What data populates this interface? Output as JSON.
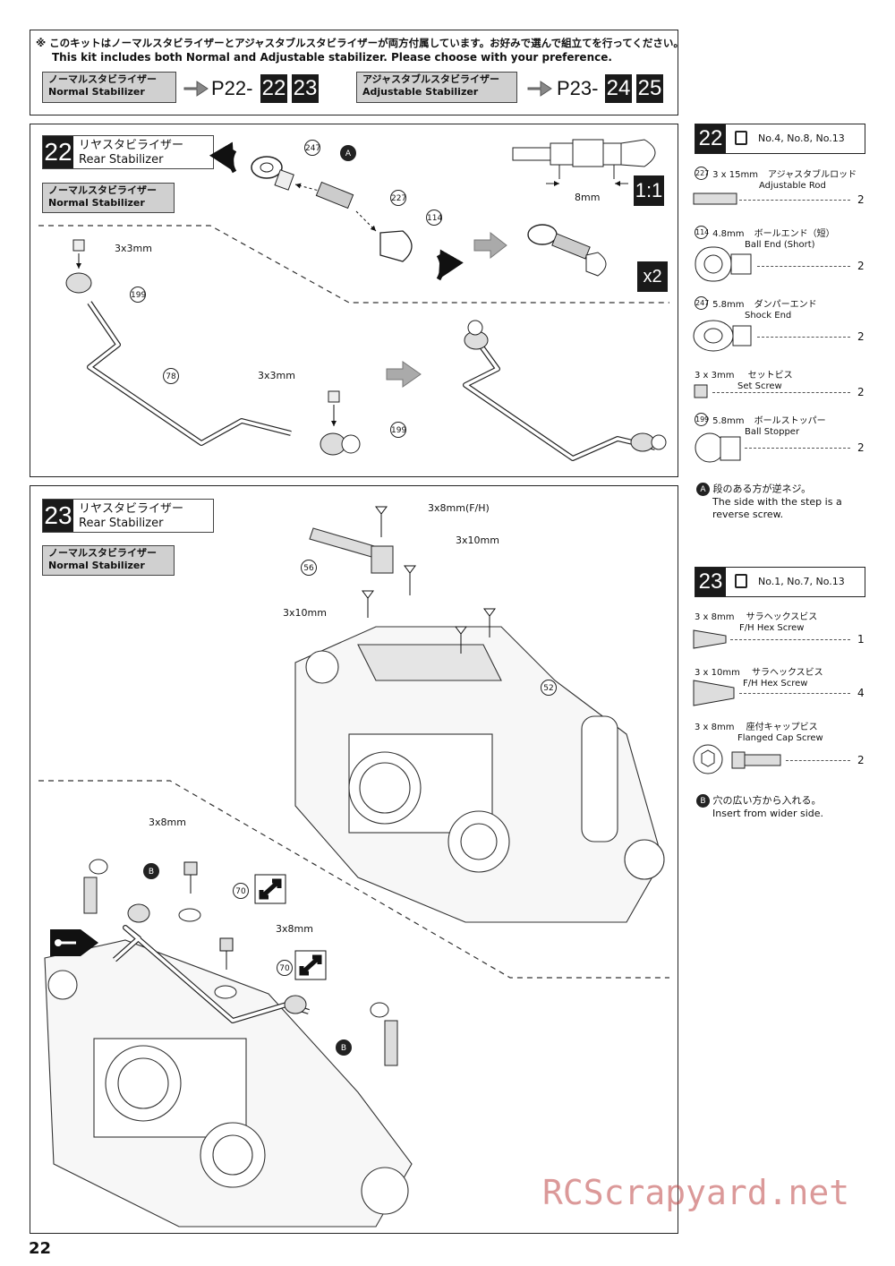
{
  "header_notice": {
    "jp": "※ このキットはノーマルスタビライザーとアジャスタブルスタビライザーが両方付属しています。お好みで選んで組立てを行ってください。",
    "en": "This kit includes both Normal and Adjustable stabilizer. Please choose with your preference.",
    "normal": {
      "jp": "ノーマルスタビライザー",
      "en": "Normal Stabilizer",
      "page": "P22-",
      "steps": [
        "22",
        "23"
      ]
    },
    "adjustable": {
      "jp": "アジャスタブルスタビライザー",
      "en": "Adjustable Stabilizer",
      "page": "P23-",
      "steps": [
        "24",
        "25"
      ]
    }
  },
  "step22": {
    "number": "22",
    "title_jp": "リヤスタビライザー",
    "title_en": "Rear Stabilizer",
    "tag_jp": "ノーマルスタビライザー",
    "tag_en": "Normal Stabilizer",
    "scale": "1:1",
    "dim": "8mm",
    "multiplier": "x2",
    "callout_a": "A",
    "labels": {
      "set1": "3x3mm",
      "set2": "3x3mm"
    },
    "callouts": {
      "p247": "247",
      "p227": "227",
      "p114": "114",
      "p199a": "199",
      "p78": "78",
      "p199b": "199"
    }
  },
  "step23": {
    "number": "23",
    "title_jp": "リヤスタビライザー",
    "title_en": "Rear Stabilizer",
    "tag_jp": "ノーマルスタビライザー",
    "tag_en": "Normal Stabilizer",
    "labels": {
      "fh": "3x8mm(F/H)",
      "s10a": "3x10mm",
      "s10b": "3x10mm",
      "s8a": "3x8mm",
      "s8b": "3x8mm"
    },
    "callouts": {
      "p56": "56",
      "p52": "52",
      "p70a": "70",
      "p70b": "70",
      "b1": "B",
      "b2": "B"
    }
  },
  "parts22": {
    "number": "22",
    "bags": "No.4, No.8, No.13",
    "items": [
      {
        "ref": "227",
        "size": "3 x 15mm",
        "jp": "アジャスタブルロッド",
        "en": "Adjustable Rod",
        "qty": "2"
      },
      {
        "ref": "114",
        "size": "4.8mm",
        "jp": "ボールエンド（短）",
        "en": "Ball End (Short)",
        "qty": "2"
      },
      {
        "ref": "247",
        "size": "5.8mm",
        "jp": "ダンパーエンド",
        "en": "Shock End",
        "qty": "2"
      },
      {
        "ref": "",
        "size": "3 x 3mm",
        "jp": "セットビス",
        "en": "Set Screw",
        "qty": "2"
      },
      {
        "ref": "199",
        "size": "5.8mm",
        "jp": "ボールストッパー",
        "en": "Ball Stopper",
        "qty": "2"
      }
    ],
    "note_a": {
      "mark": "A",
      "jp": "段のある方が逆ネジ。",
      "en1": "The side with the step is a",
      "en2": "reverse screw."
    }
  },
  "parts23": {
    "number": "23",
    "bags": "No.1, No.7, No.13",
    "items": [
      {
        "size": "3 x 8mm",
        "jp": "サラヘックスビス",
        "en": "F/H Hex Screw",
        "qty": "1"
      },
      {
        "size": "3 x 10mm",
        "jp": "サラヘックスビス",
        "en": "F/H Hex Screw",
        "qty": "4"
      },
      {
        "size": "3 x 8mm",
        "jp": "座付キャップビス",
        "en": "Flanged Cap Screw",
        "qty": "2"
      }
    ],
    "note_b": {
      "mark": "B",
      "jp": "穴の広い方から入れる。",
      "en": "Insert from wider side."
    }
  },
  "page_number": "22",
  "watermark": "RCScrapyard.net"
}
